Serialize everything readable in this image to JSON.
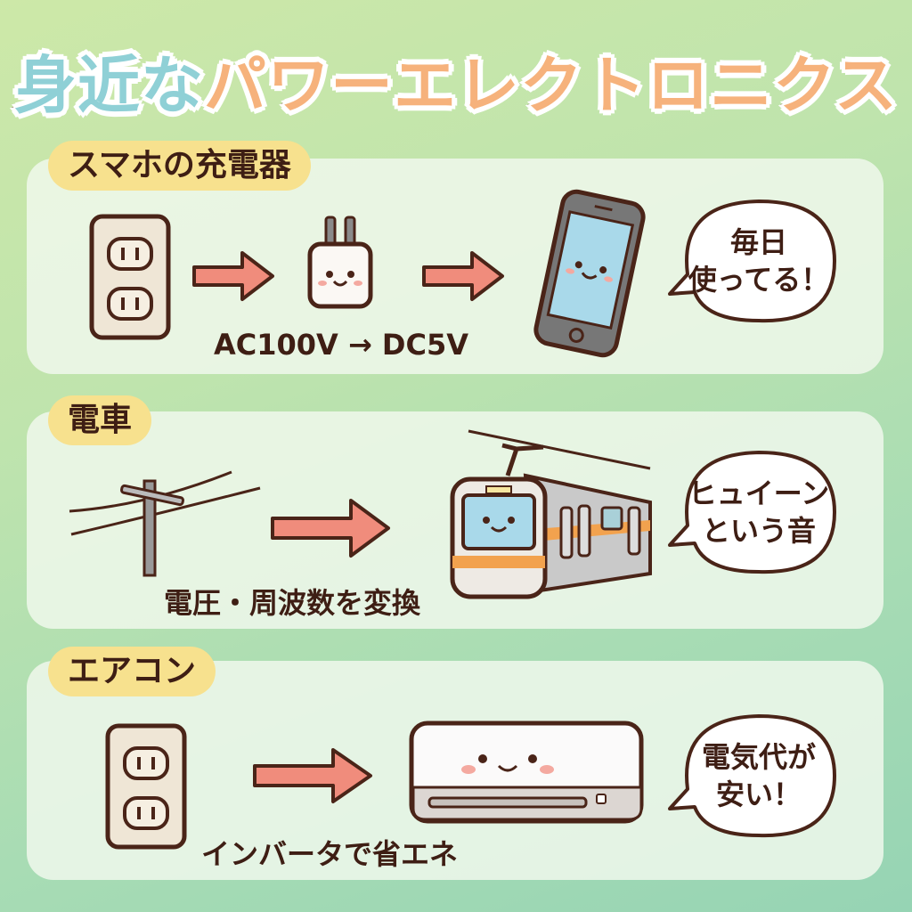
{
  "title": {
    "part1": "身近な",
    "part2": "パワーエレクトロニクス"
  },
  "colors": {
    "title_blue": "#8fd0d6",
    "title_orange": "#f6b27c",
    "label_bg": "#f7e18e",
    "arrow": "#f08c7c",
    "outline": "#4a2418"
  },
  "sections": [
    {
      "label": "スマホの充電器",
      "caption": "AC100V → DC5V",
      "bubble": [
        "毎日",
        "使ってる！"
      ],
      "icons": [
        "outlet-icon",
        "charger-icon",
        "smartphone-icon"
      ]
    },
    {
      "label": "電車",
      "caption": "電圧・周波数を変換",
      "bubble": [
        "ヒュイーン",
        "という音"
      ],
      "icons": [
        "utility-pole-icon",
        "train-icon"
      ]
    },
    {
      "label": "エアコン",
      "caption": "インバータで省エネ",
      "bubble": [
        "電気代が",
        "安い！"
      ],
      "icons": [
        "outlet-icon",
        "air-conditioner-icon"
      ]
    }
  ]
}
